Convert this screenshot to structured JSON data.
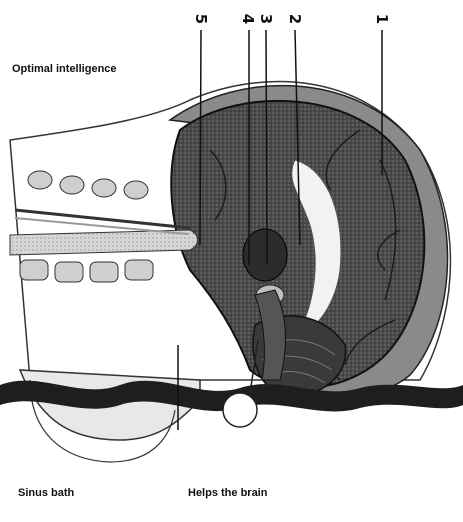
{
  "labels": {
    "title": "Optimal intelligence",
    "sinus": "Sinus bath",
    "brain": "Helps the brain"
  },
  "numbers": [
    "5",
    "4",
    "3",
    "2",
    "1"
  ],
  "colors": {
    "background": "#ffffff",
    "brain_dark": "#3a3a3a",
    "brain_mid": "#6a6a6a",
    "tissue_light": "#bdbdbd",
    "water_band": "#1e1e1e",
    "ink": "#111111"
  }
}
